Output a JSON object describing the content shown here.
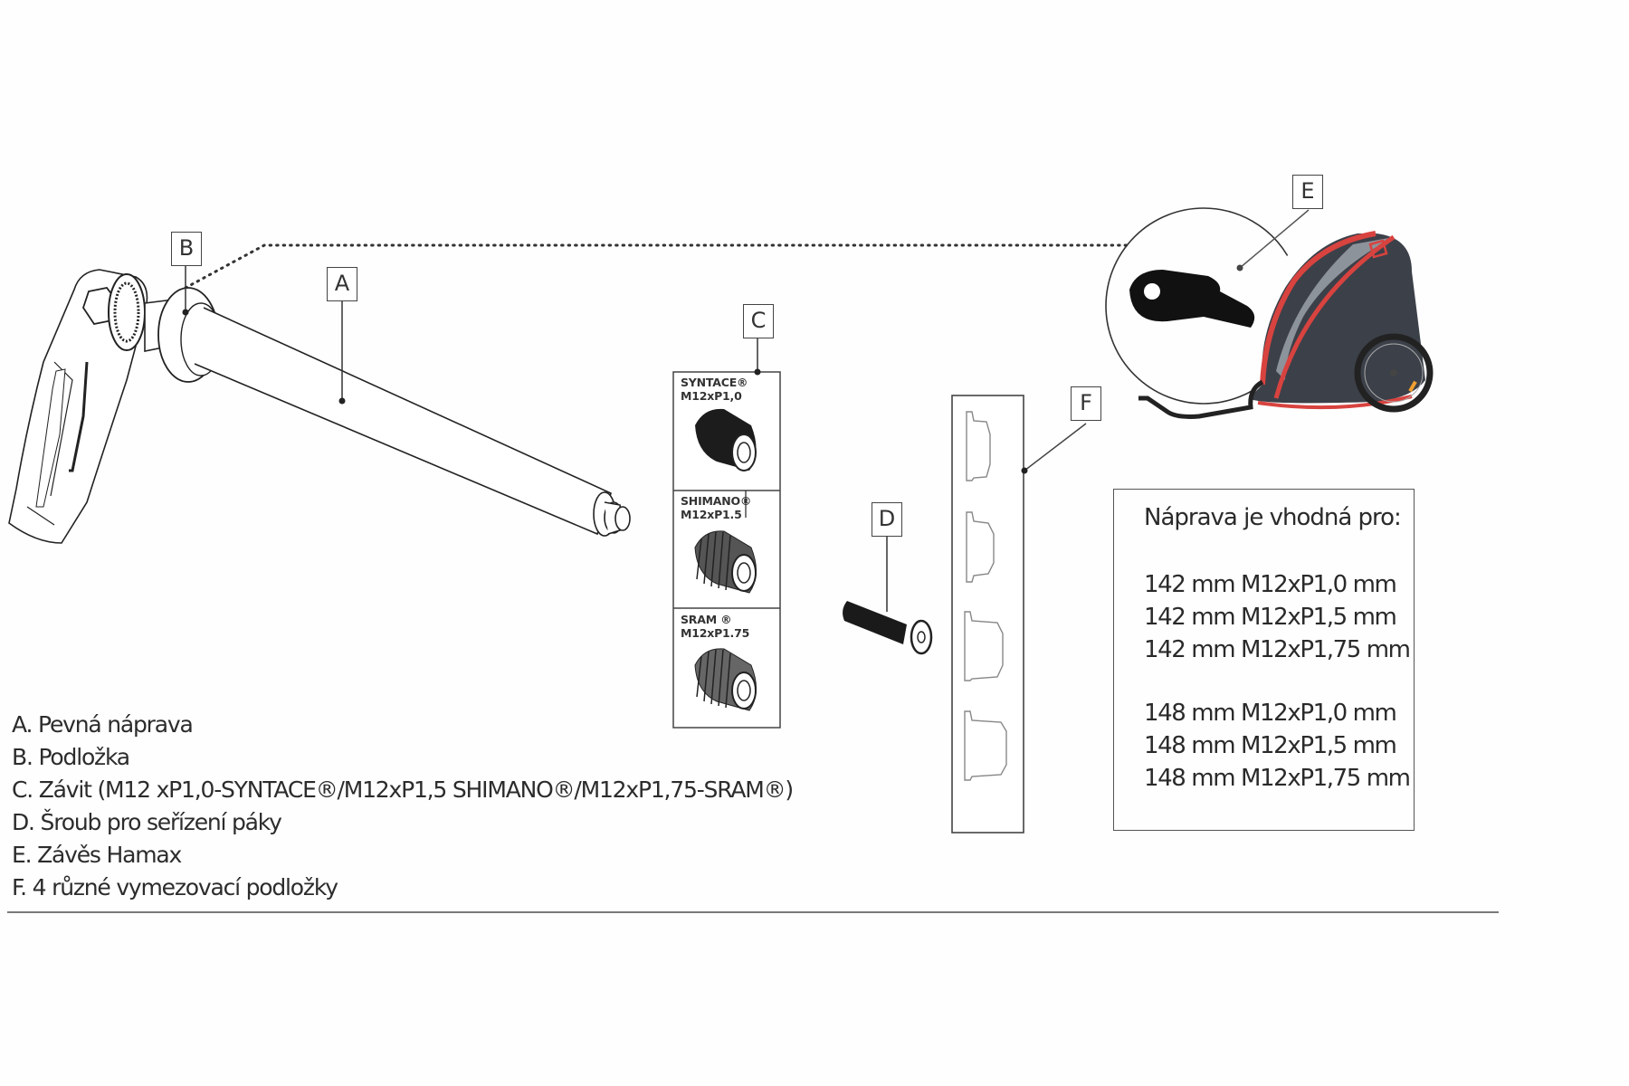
{
  "diagram": {
    "callouts": {
      "A": "A",
      "B": "B",
      "C": "C",
      "D": "D",
      "E": "E",
      "F": "F"
    },
    "thread_variants": [
      {
        "brand": "SYNTACE®",
        "spec": "M12xP1,0"
      },
      {
        "brand": "SHIMANO®",
        "spec": "M12xP1.5"
      },
      {
        "brand": "SRAM ®",
        "spec": "M12xP1.75"
      }
    ],
    "spacer_count": 4,
    "parts_icons": [
      "thru-axle-lever-icon",
      "washer-icon",
      "threaded-insert-icon",
      "adjustment-screw-icon",
      "hamax-hitch-icon",
      "spacer-icon",
      "bike-trailer-icon"
    ]
  },
  "legend": [
    "A. Pevná náprava",
    "B. Podložka",
    "C. Závit (M12 xP1,0-SYNTACE®/M12xP1,5 SHIMANO®/M12xP1,75-SRAM®)",
    "D. Šroub pro seřízení páky",
    "E. Závěs Hamax",
    "F. 4 různé vymezovací podložky"
  ],
  "compatibility": {
    "title": "Náprava je vhodná pro:",
    "group_142": [
      "142 mm M12xP1,0 mm",
      "142 mm M12xP1,5 mm",
      "142 mm M12xP1,75 mm"
    ],
    "group_148": [
      "148 mm M12xP1,0 mm",
      "148 mm M12xP1,5 mm",
      "148 mm M12xP1,75 mm"
    ]
  },
  "colors": {
    "line": "#333333",
    "trailer_frame": "#d8433f",
    "trailer_fabric": "#3c4049",
    "hitch": "#111111"
  }
}
